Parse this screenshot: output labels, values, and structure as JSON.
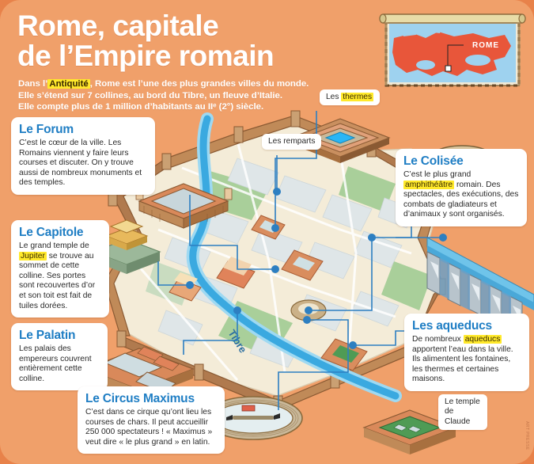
{
  "header": {
    "title_line1": "Rome, capitale",
    "title_line2": "de l’Empire romain",
    "intro_a": "Dans l’",
    "intro_hl": "Antiquité",
    "intro_b": ", Rome est l’une des plus grandes villes du monde.",
    "intro_line2": "Elle s’étend sur 7 collines, au bord du Tibre, un fleuve d’Italie.",
    "intro_line3": "Elle compte plus de 1 million d’habitants au IIᵉ (2°) siècle."
  },
  "boxes": {
    "forum": {
      "title": "Le Forum",
      "body": "C’est le cœur de la ville. Les Romains viennent y faire leurs courses et discuter. On y trouve aussi de nombreux monuments et des temples."
    },
    "capitole": {
      "title": "Le Capitole",
      "body_a": "Le grand temple de ",
      "body_hl": "Jupiter",
      "body_b": " se trouve au sommet de cette colline. Ses portes sont recouvertes d’or et son toit est fait de tuiles dorées."
    },
    "palatin": {
      "title": "Le Palatin",
      "body": "Les palais des empereurs couvrent entièrement cette colline."
    },
    "circus": {
      "title": "Le Circus Maximus",
      "body": "C’est dans ce cirque qu’ont lieu les courses de chars. Il peut accueillir 250 000 spectateurs ! « Maximus » veut dire « le plus grand » en latin."
    },
    "colisee": {
      "title": "Le Colisée",
      "body_a": "C’est le plus grand ",
      "body_hl": "amphithéâtre",
      "body_b": " romain. Des spectacles, des exécutions, des combats de gladiateurs et d’animaux y sont organisés."
    },
    "aqueducs": {
      "title": "Les aqueducs",
      "body_a": "De nombreux ",
      "body_hl": "aqueducs",
      "body_b": " apportent l’eau dans la ville. Ils alimentent les fontaines, les thermes et certaines maisons."
    }
  },
  "pills": {
    "thermes_a": "Les ",
    "thermes_hl": "thermes",
    "remparts": "Les remparts",
    "claude_line1": "Le temple",
    "claude_line2": "de Claude"
  },
  "map": {
    "river_label": "Tibre",
    "inset_city_label": "ROME"
  },
  "credit": "ART PRESSE",
  "colors": {
    "background": "#f0a06a",
    "outer": "#e8824a",
    "heading_blue": "#1f7ec4",
    "leader_blue": "#2d7fc1",
    "highlight_yellow": "#ffe92b",
    "river_blue": "#3aa9e0",
    "wall_brown": "#b07a4e",
    "map_cream": "#f2ead6",
    "map_green": "#a9cf9a",
    "inset_land": "#e8563a",
    "inset_sea": "#9ed2ef"
  }
}
